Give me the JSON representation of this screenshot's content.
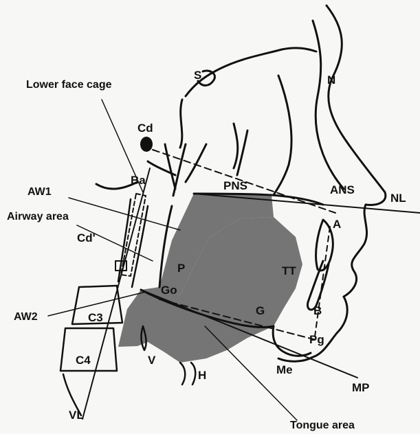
{
  "labels": {
    "S": "S",
    "N": "N",
    "Cd": "Cd",
    "Ba": "Ba",
    "PNS": "PNS",
    "ANS": "ANS",
    "NL": "NL",
    "A": "A",
    "P": "P",
    "TT": "TT",
    "Cd_prime": "Cd'",
    "Go": "Go",
    "G": "G",
    "B": "B",
    "Pg": "Pg",
    "Me": "Me",
    "MP": "MP",
    "V": "V",
    "H": "H",
    "C3": "C3",
    "C4": "C4",
    "VL": "VL",
    "AW1": "AW1",
    "AW2": "AW2",
    "lower_face_cage": "Lower face cage",
    "airway_area": "Airway area",
    "tongue_area": "Tongue area"
  },
  "colors": {
    "region_fill": "#6e6e6e",
    "line": "#111111",
    "background": "#f7f7f5"
  }
}
